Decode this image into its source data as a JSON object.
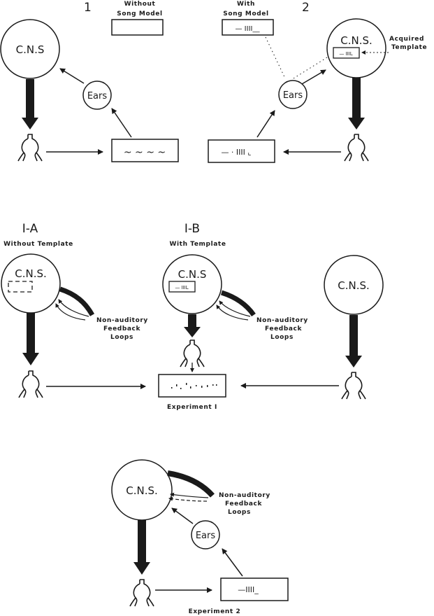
{
  "figure": {
    "panel_1": {
      "number": "1",
      "model_caption_line1": "Without",
      "model_caption_line2": "Song Model",
      "cns_label": "C.N.S",
      "ears_label": "Ears",
      "output_song": "~ ~ ~ ~"
    },
    "panel_2": {
      "number": "2",
      "model_caption_line1": "With",
      "model_caption_line2": "Song Model",
      "model_song": "— IIII__",
      "cns_label": "C.N.S.",
      "template_song": "— IIIL",
      "acquired_line1": "Acquired",
      "acquired_line2": "Template",
      "ears_label": "Ears",
      "output_song": "— · IIII ⌞"
    },
    "panel_1a": {
      "number": "I-A",
      "subtitle": "Without Template",
      "cns_label": "C.N.S.",
      "feedback_line1": "Non-auditory",
      "feedback_line2": "Feedback",
      "feedback_line3": "Loops"
    },
    "panel_1b": {
      "number": "I-B",
      "subtitle": "With Template",
      "cns_label": "C.N.S",
      "template_song": "— IIIL",
      "feedback_line1": "Non-auditory",
      "feedback_line2": "Feedback",
      "feedback_line3": "Loops"
    },
    "panel_1c": {
      "cns_label": "C.N.S."
    },
    "experiment_1": {
      "caption": "Experiment I"
    },
    "experiment_2": {
      "cns_label": "C.N.S.",
      "ears_label": "Ears",
      "feedback_line1": "Non-auditory",
      "feedback_line2": "Feedback",
      "feedback_line3": "Loops",
      "output_song": "—IIII_",
      "caption": "Experiment 2"
    }
  }
}
